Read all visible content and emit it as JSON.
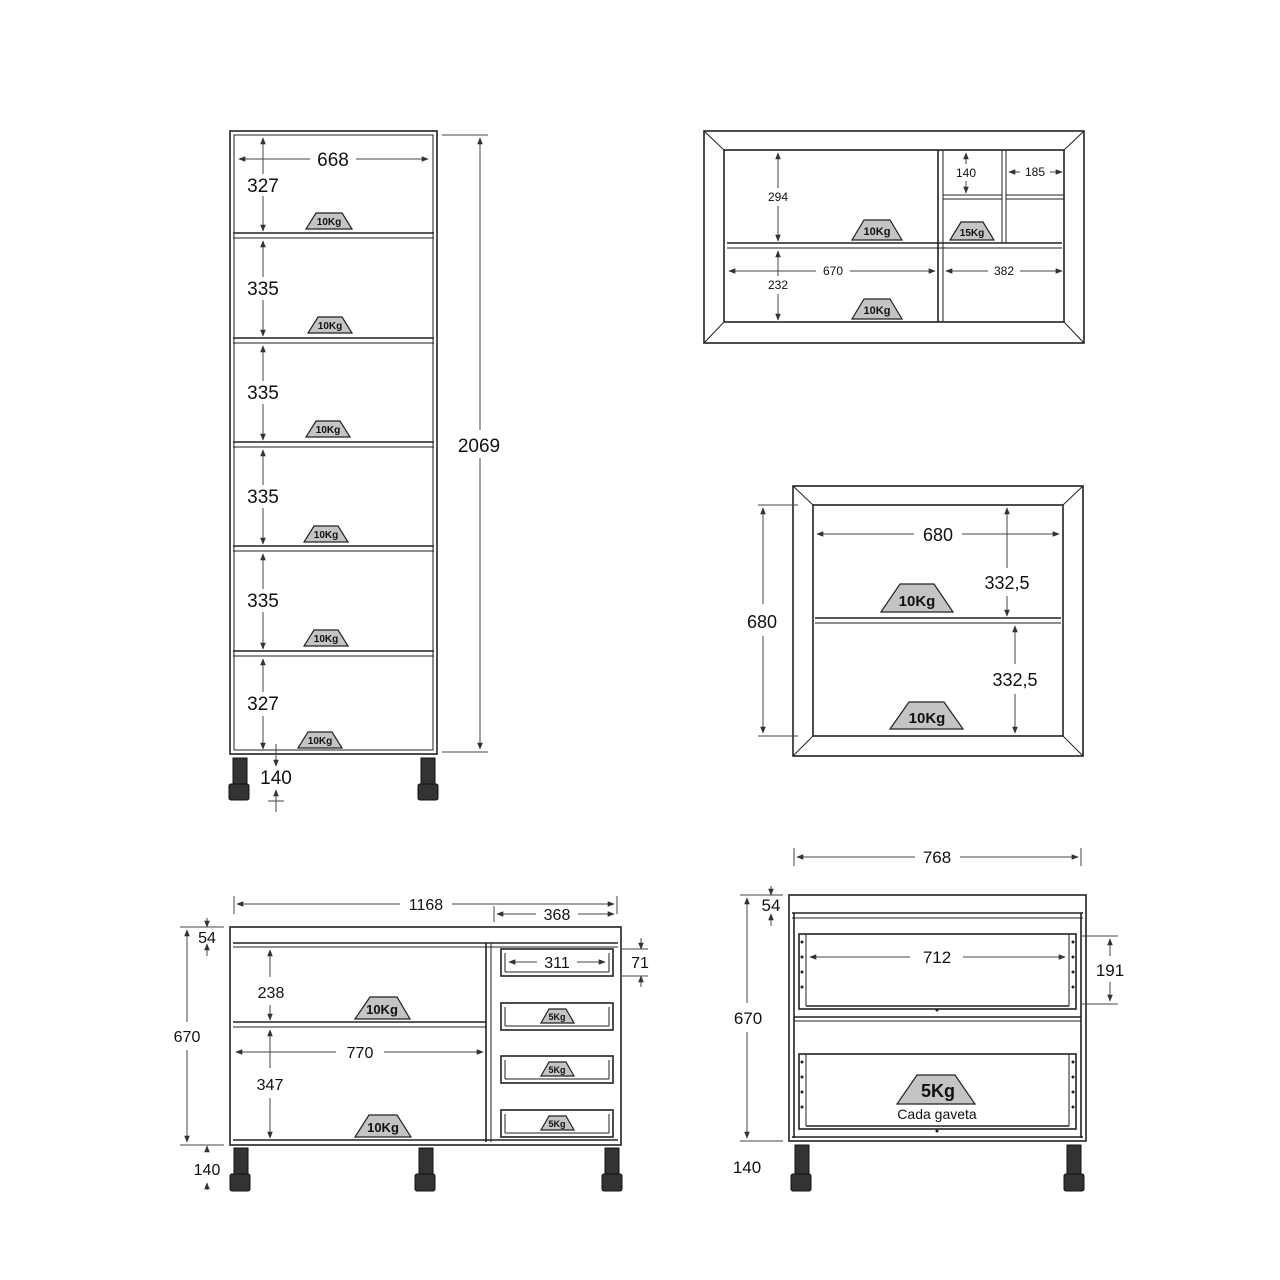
{
  "tall_cabinet": {
    "width": "668",
    "height": "2069",
    "leg": "140",
    "shelves": [
      {
        "height": "327",
        "load": "10Kg"
      },
      {
        "height": "335",
        "load": "10Kg"
      },
      {
        "height": "335",
        "load": "10Kg"
      },
      {
        "height": "335",
        "load": "10Kg"
      },
      {
        "height": "335",
        "load": "10Kg"
      },
      {
        "height": "327",
        "load": "10Kg"
      }
    ]
  },
  "wall_cabinet_wide": {
    "top_height": "294",
    "bottom_height": "232",
    "left_width": "670",
    "right_width": "382",
    "small_a": "140",
    "small_b": "185",
    "load_top": "10Kg",
    "load_small": "15Kg",
    "load_bottom": "10Kg"
  },
  "wall_cabinet_square": {
    "width": "680",
    "height": "680",
    "top_height": "332,5",
    "bottom_height": "332,5",
    "load_top": "10Kg",
    "load_bottom": "10Kg"
  },
  "base_cabinet_combo": {
    "width": "1168",
    "drawer_section_width": "368",
    "top_rail": "54",
    "height": "670",
    "leg": "140",
    "top_shelf": "238",
    "bottom_shelf": "347",
    "inner_width": "770",
    "drawer_inner_width": "311",
    "drawer_front": "71",
    "load_shelf_top": "10Kg",
    "load_shelf_bottom": "10Kg",
    "drawer_loads": [
      "5Kg",
      "5Kg",
      "5Kg"
    ]
  },
  "base_cabinet_drawers": {
    "width": "768",
    "top_rail": "54",
    "height": "670",
    "leg": "140",
    "drawer_inner_width": "712",
    "drawer_height": "191",
    "load": "5Kg",
    "load_note": "Cada gaveta"
  }
}
